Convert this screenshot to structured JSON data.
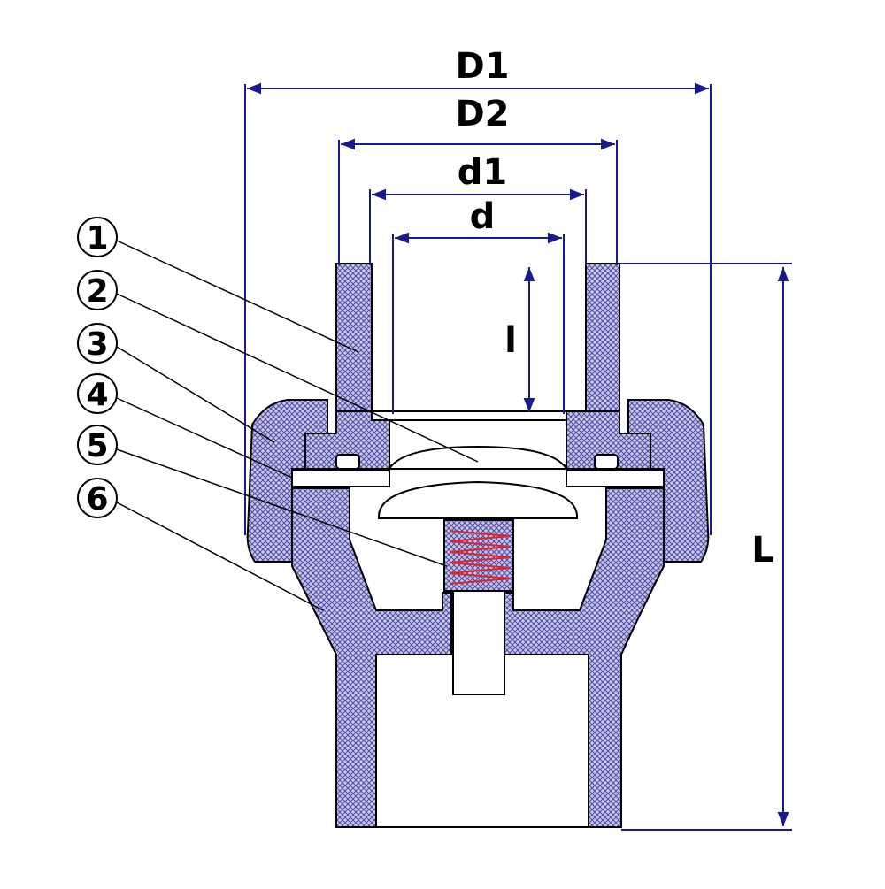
{
  "dimensions": {
    "D1": "D1",
    "D2": "D2",
    "d1": "d1",
    "d": "d",
    "l": "l",
    "L": "L"
  },
  "callouts": [
    "1",
    "2",
    "3",
    "4",
    "5",
    "6"
  ],
  "colors": {
    "outline": "#000000",
    "dimension_line": "#1a1a8c",
    "hatch": "#4a4aa8",
    "spring": "#d9232d",
    "background": "#ffffff"
  }
}
